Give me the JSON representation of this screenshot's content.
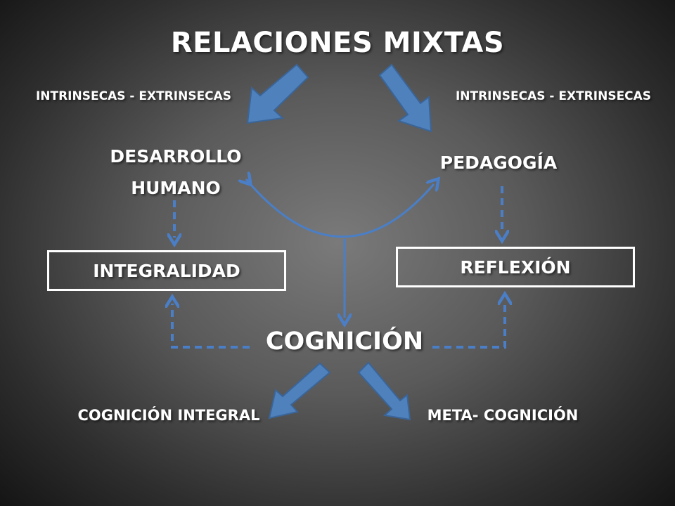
{
  "title": "RELACIONES MIXTAS",
  "branches": {
    "left_label": "INTRINSECAS - EXTRINSECAS",
    "right_label": "INTRINSECAS - EXTRINSECAS"
  },
  "nodes": {
    "desarrollo_humano": "DESARROLLO HUMANO",
    "pedagogia": "PEDAGOGÍA",
    "integralidad": "INTEGRALIDAD",
    "reflexion": "REFLEXIÓN",
    "cognicion": "COGNICIÓN",
    "cognicion_integral": "COGNICIÓN INTEGRAL",
    "meta_cognicion": "META- COGNICIÓN"
  },
  "colors": {
    "arrow_fill": "#4f81bd",
    "arrow_stroke": "#3a6599",
    "line_blue": "#4a7fc7",
    "text": "#ffffff",
    "box_border": "#ffffff"
  }
}
